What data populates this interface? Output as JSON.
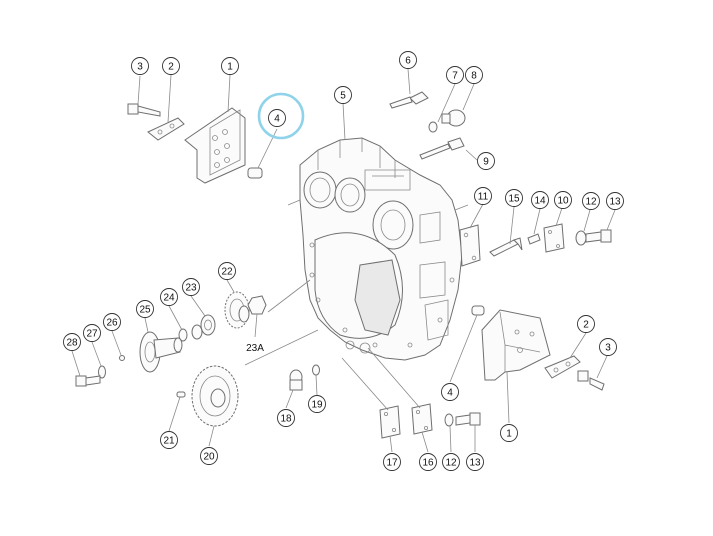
{
  "diagram": {
    "highlight_color": "#8fd3ea",
    "callouts": [
      {
        "id": "c1",
        "label": "1"
      },
      {
        "id": "c2",
        "label": "2"
      },
      {
        "id": "c3",
        "label": "3"
      },
      {
        "id": "c4",
        "label": "4"
      },
      {
        "id": "c5",
        "label": "5"
      },
      {
        "id": "c6",
        "label": "6"
      },
      {
        "id": "c7",
        "label": "7"
      },
      {
        "id": "c8",
        "label": "8"
      },
      {
        "id": "c9",
        "label": "9"
      },
      {
        "id": "c11",
        "label": "11"
      },
      {
        "id": "c15",
        "label": "15"
      },
      {
        "id": "c14",
        "label": "14"
      },
      {
        "id": "c10",
        "label": "10"
      },
      {
        "id": "c12",
        "label": "12"
      },
      {
        "id": "c13",
        "label": "13"
      },
      {
        "id": "c22",
        "label": "22"
      },
      {
        "id": "c23",
        "label": "23"
      },
      {
        "id": "c24",
        "label": "24"
      },
      {
        "id": "c25",
        "label": "25"
      },
      {
        "id": "c26",
        "label": "26"
      },
      {
        "id": "c27",
        "label": "27"
      },
      {
        "id": "c28",
        "label": "28"
      },
      {
        "id": "c23a",
        "label": "23A"
      },
      {
        "id": "c2b",
        "label": "2"
      },
      {
        "id": "c3b",
        "label": "3"
      },
      {
        "id": "c4b",
        "label": "4"
      },
      {
        "id": "c1b",
        "label": "1"
      },
      {
        "id": "c18",
        "label": "18"
      },
      {
        "id": "c19",
        "label": "19"
      },
      {
        "id": "c21",
        "label": "21"
      },
      {
        "id": "c20",
        "label": "20"
      },
      {
        "id": "c17",
        "label": "17"
      },
      {
        "id": "c16",
        "label": "16"
      },
      {
        "id": "c12b",
        "label": "12"
      },
      {
        "id": "c13b",
        "label": "13"
      }
    ]
  }
}
